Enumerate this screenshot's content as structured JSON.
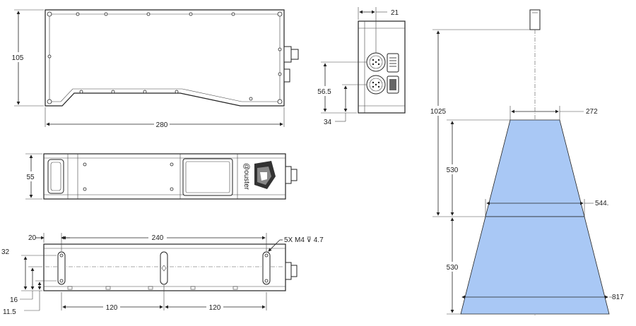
{
  "top_view": {
    "width_label": "280",
    "height_label": "105"
  },
  "front_view": {
    "height_label": "55",
    "logo_text": "@ouster"
  },
  "side_view": {
    "width_label": "21",
    "h1_label": "56.5",
    "h2_label": "34"
  },
  "bottom_view": {
    "label_20": "20",
    "label_240": "240",
    "label_holes": "5X M4 ⊽ 4.7",
    "label_32": "32",
    "label_16": "16",
    "label_11_5": "11.5",
    "label_120a": "120",
    "label_120b": "120"
  },
  "beam": {
    "label_1025": "1025",
    "label_272": "272",
    "label_530a": "530",
    "label_544": "544.",
    "label_530b": "530",
    "label_817": "817"
  },
  "colors": {
    "beam_fill": "#a9c8f5",
    "ink": "#222222"
  }
}
